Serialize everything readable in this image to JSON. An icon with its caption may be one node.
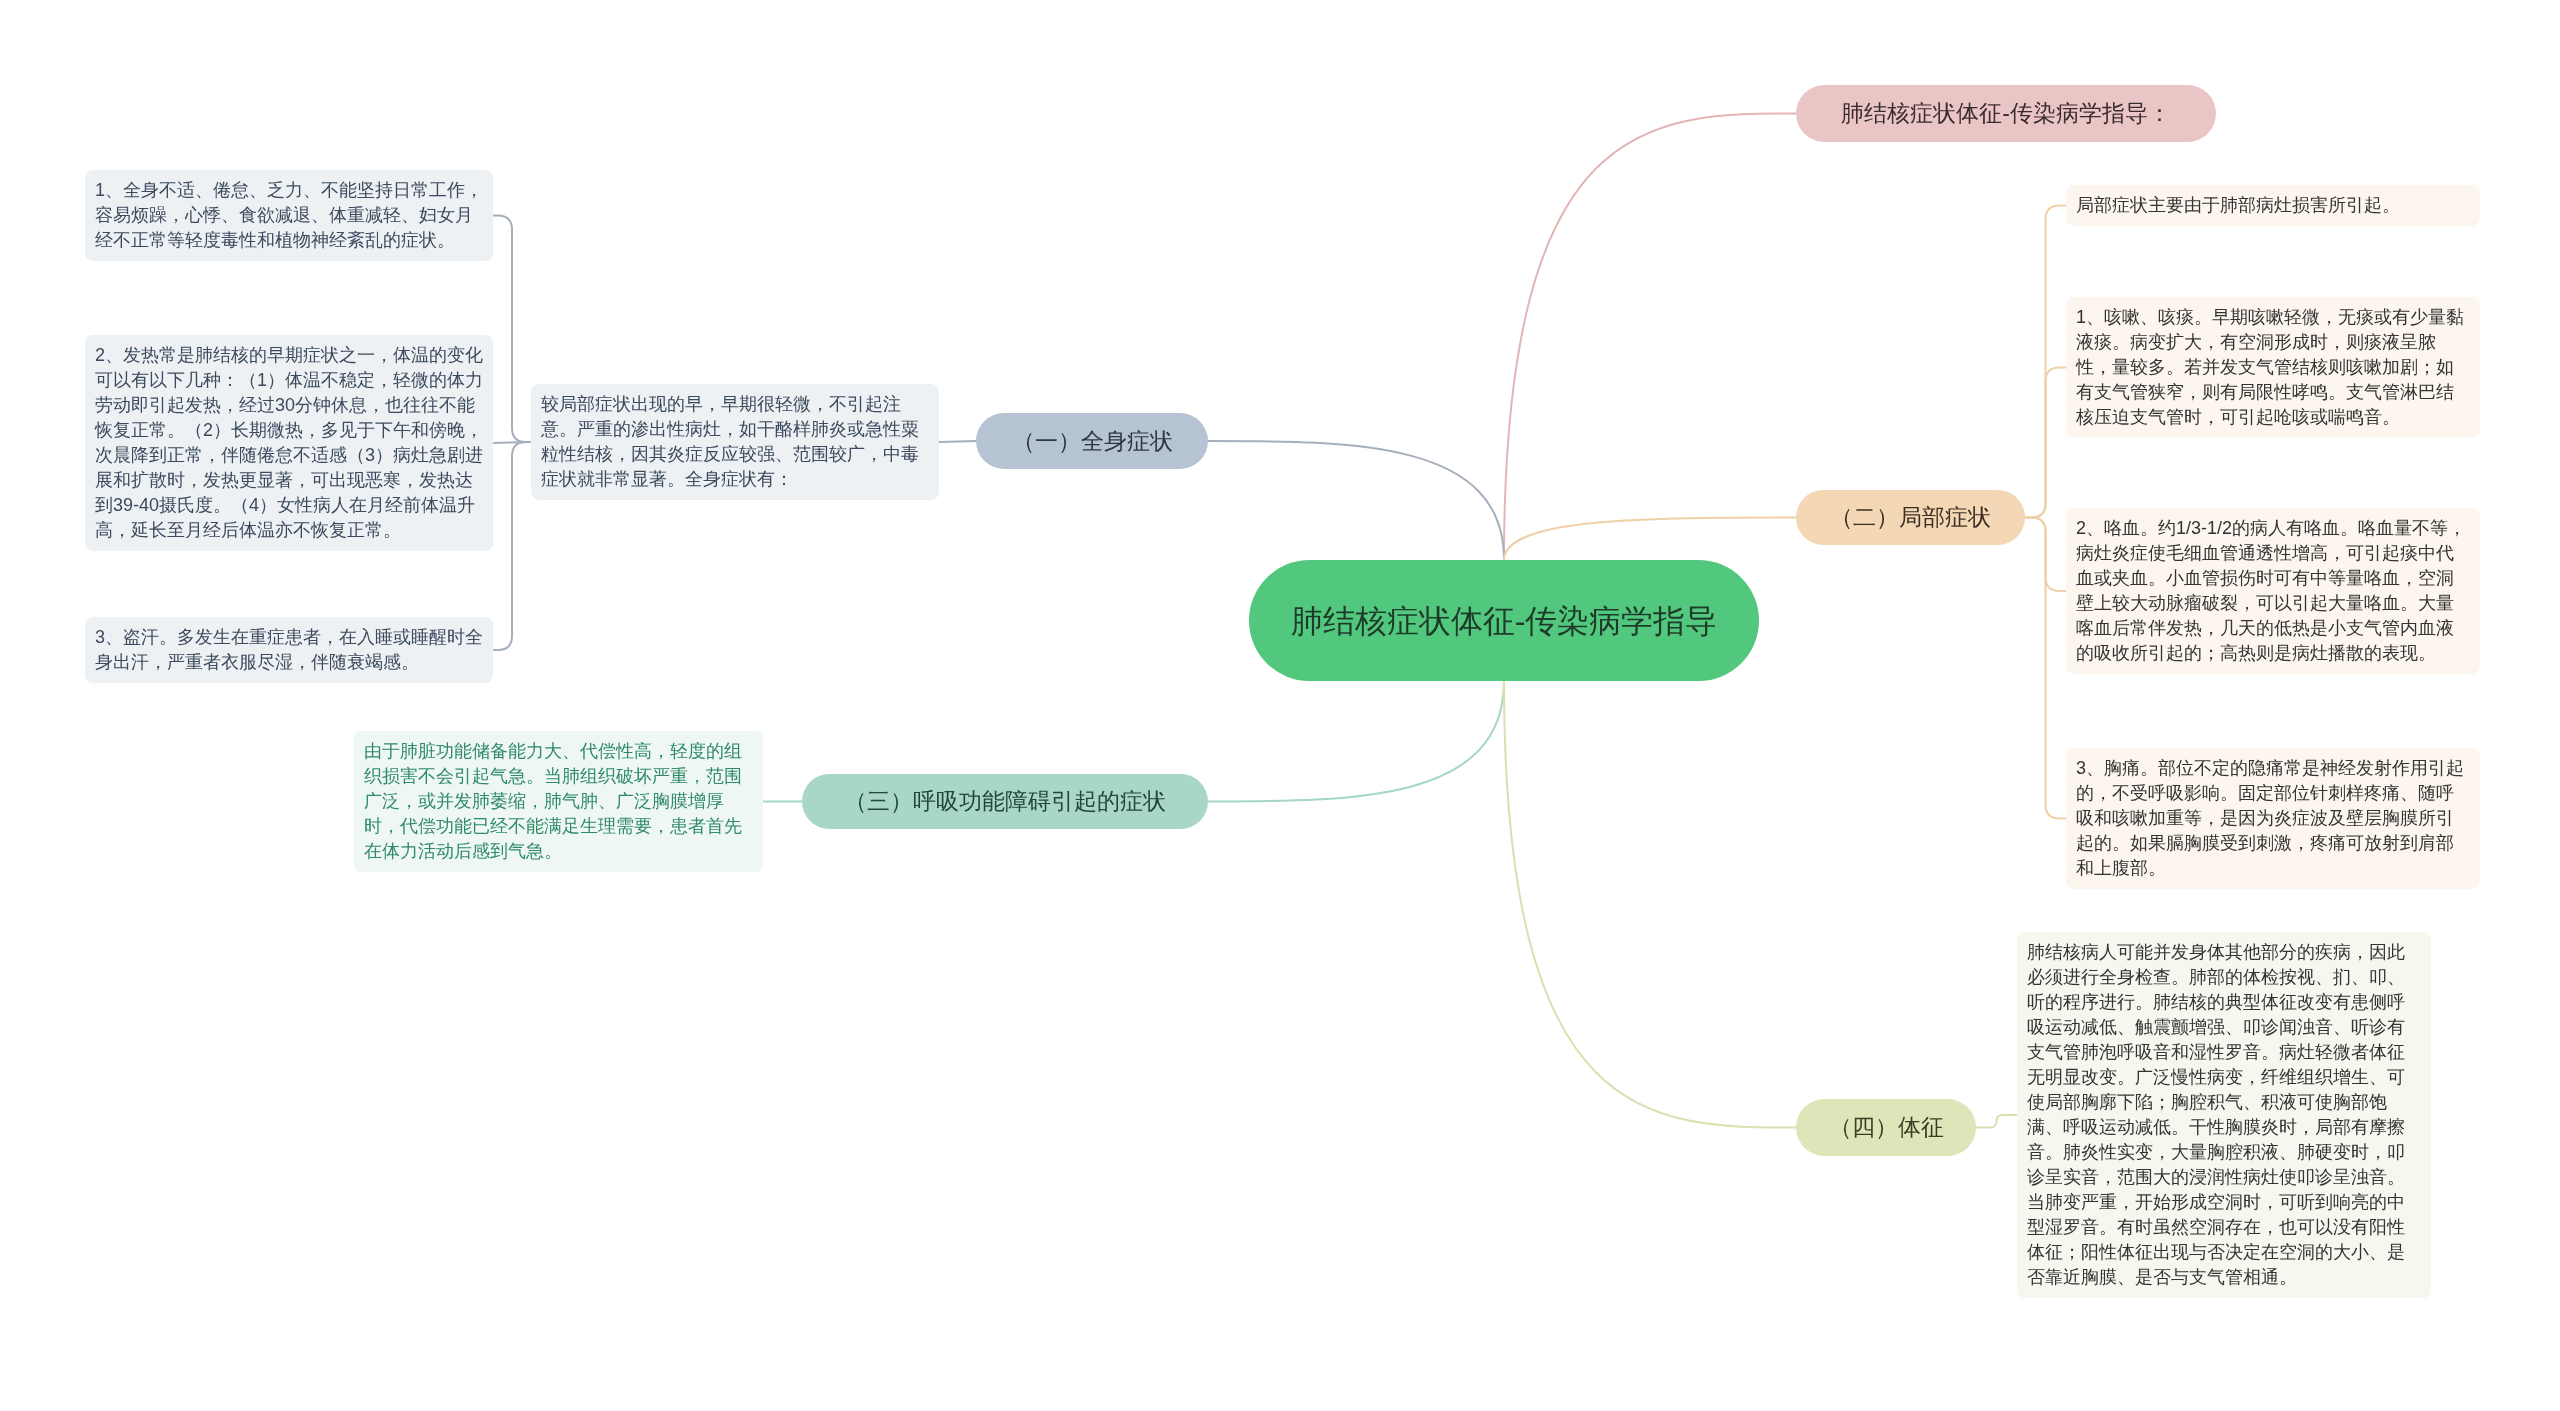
{
  "diagram": {
    "nodes": [
      {
        "text": [
          "肺结核症状体征-传染病学指导"
        ]
      },
      {
        "text": [
          "肺结核症状体征-传染病学指导："
        ]
      },
      {
        "text": [
          "（一）全身症状"
        ]
      },
      {
        "text": [
          "较局部症状出现的早，早期很轻微，不引起注意。严重的渗出性病灶，如干酪样肺炎或急性粟粒性结核，因其炎症反应较强、范围较广，中毒症状就非常显著。全身症状有："
        ]
      },
      {
        "text": [
          "1、全身不适、倦怠、乏力、不能坚持日常工作，容易烦躁，心悸、食欲减退、体重减轻、妇女月经不正常等轻度毒性和植物神经紊乱的症状。"
        ]
      },
      {
        "text": [
          "2、发热常是肺结核的早期症状之一，体温的变化可以有以下几种：（1）体温不稳定，轻微的体力劳动即引起发热，经过30分钟休息，也往往不能恢复正常。（2）长期微热，多见于下午和傍晚，次晨降到正常，伴随倦怠不适感（3）病灶急剧进展和扩散时，发热更显著，可出现恶寒，发热达到39-40摄氏度。（4）女性病人在月经前体温升高，延长至月经后体温亦不恢复正常。"
        ]
      },
      {
        "text": [
          "3、盗汗。多发生在重症患者，在入睡或睡醒时全身出汗，严重者衣服尽湿，伴随衰竭感。"
        ]
      },
      {
        "text": [
          "（二）局部症状"
        ]
      },
      {
        "text": [
          "局部症状主要由于肺部病灶损害所引起。"
        ]
      },
      {
        "text": [
          "1、咳嗽、咳痰。早期咳嗽轻微，无痰或有少量黏液痰。病变扩大，有空洞形成时，则痰液呈脓性，量较多。若并发支气管结核则咳嗽加剧；如有支气管狭窄，则有局限性哮鸣。支气管淋巴结核压迫支气管时，可引起呛咳或喘鸣音。"
        ]
      },
      {
        "text": [
          "2、咯血。约1/3-1/2的病人有咯血。咯血量不等，病灶炎症使毛细血管通透性增高，可引起痰中代血或夹血。小血管损伤时可有中等量咯血，空洞壁上较大动脉瘤破裂，可以引起大量咯血。大量喀血后常伴发热，几天的低热是小支气管内血液的吸收所引起的；高热则是病灶播散的表现。"
        ]
      },
      {
        "text": [
          "3、胸痛。部位不定的隐痛常是神经发射作用引起的，不受呼吸影响。固定部位针刺样疼痛、随呼吸和咳嗽加重等，是因为炎症波及壁层胸膜所引起的。如果膈胸膜受到刺激，疼痛可放射到肩部和上腹部。"
        ]
      },
      {
        "text": [
          "（三）呼吸功能障碍引起的症状"
        ]
      },
      {
        "text": [
          "由于肺脏功能储备能力大、代偿性高，轻度的组织损害不会引起气急。当肺组织破坏严重，范围广泛，或并发肺萎缩，肺气肿、广泛胸膜增厚时，代偿功能已经不能满足生理需要，患者首先在体力活动后感到气急。"
        ]
      },
      {
        "text": [
          "（四）体征"
        ]
      },
      {
        "text": [
          "肺结核病人可能并发身体其他部分的疾病，因此必须进行全身检查。肺部的体检按视、扪、叩、听的程序进行。肺结核的典型体征改变有患侧呼吸运动减低、触震颤增强、叩诊闻浊音、听诊有支气管肺泡呼吸音和湿性罗音。病灶轻微者体征无明显改变。广泛慢性病变，纤维组织增生、可使局部胸廓下陷；胸腔积气、积液可使胸部饱满、呼吸运动减低。干性胸膜炎时，局部有摩擦音。肺炎性实变，大量胸腔积液、肺硬变时，叩诊呈实音，范围大的浸润性病灶使叩诊呈浊音。当肺变严重，开始形成空洞时，可听到响亮的中型湿罗音。有时虽然空洞存在，也可以没有阳性体征；阳性体征出现与否决定在空洞的大小、是否靠近胸膜、是否与支气管相通。"
        ]
      }
    ],
    "edges": [
      {
        "from": 0,
        "to": 1,
        "arrow": "none",
        "color": "#e3b5b5"
      },
      {
        "from": 0,
        "to": 2,
        "arrow": "none",
        "color": "#a6b0bd"
      },
      {
        "from": 0,
        "to": 7,
        "arrow": "none",
        "color": "#efcfa6"
      },
      {
        "from": 0,
        "to": 12,
        "arrow": "none",
        "color": "#a6d6c8"
      },
      {
        "from": 0,
        "to": 14,
        "arrow": "none",
        "color": "#dbe0b0"
      },
      {
        "from": 2,
        "to": 3,
        "arrow": "none",
        "color": "#a6b0bd"
      },
      {
        "from": 3,
        "to": 4,
        "arrow": "none",
        "color": "#a6b0bd"
      },
      {
        "from": 3,
        "to": 5,
        "arrow": "none",
        "color": "#a6b0bd"
      },
      {
        "from": 3,
        "to": 6,
        "arrow": "none",
        "color": "#a6b0bd"
      },
      {
        "from": 7,
        "to": 8,
        "arrow": "none",
        "color": "#efcfa6"
      },
      {
        "from": 7,
        "to": 9,
        "arrow": "none",
        "color": "#efcfa6"
      },
      {
        "from": 7,
        "to": 10,
        "arrow": "none",
        "color": "#efcfa6"
      },
      {
        "from": 7,
        "to": 11,
        "arrow": "none",
        "color": "#efcfa6"
      },
      {
        "from": 12,
        "to": 13,
        "arrow": "none",
        "color": "#a6d6c8"
      },
      {
        "from": 14,
        "to": 15,
        "arrow": "none",
        "color": "#dbe0b0"
      }
    ]
  }
}
